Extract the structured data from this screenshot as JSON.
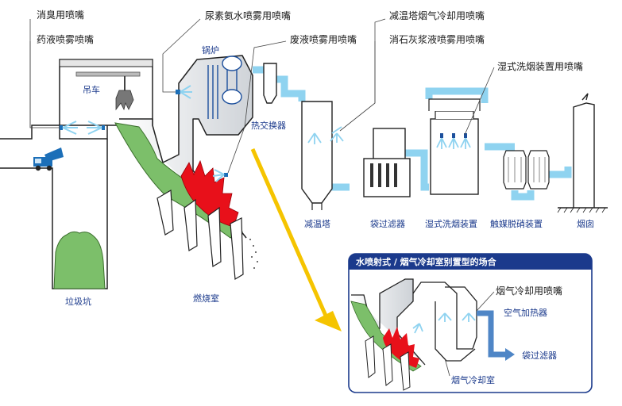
{
  "callouts": {
    "deodor_nozzle": "消臭用喷嘴",
    "chem_mist_nozzle": "药液喷雾喷嘴",
    "urea_nozzle": "尿素氨水喷雾用喷嘴",
    "waste_liquid_nozzle": "废液喷雾用喷嘴",
    "cooling_tower_nozzle": "减温塔烟气冷却用喷嘴",
    "slaked_lime_nozzle": "消石灰浆液喷雾用喷嘴",
    "wet_scrubber_nozzle": "湿式洗烟装置用喷嘴"
  },
  "components": {
    "crane": "吊车",
    "boiler": "锅炉",
    "heat_exchanger": "热交换器",
    "pit": "垃圾坑",
    "furnace": "燃烧室",
    "cooling_tower": "减温塔",
    "bag_filter": "袋过滤器",
    "wet_scrubber": "湿式洗烟装置",
    "denitration": "触媒脱硝装置",
    "chimney": "烟囱"
  },
  "inset": {
    "title": "水喷射式 / 烟气冷却室别置型的场合",
    "cooling_nozzle": "烟气冷却用喷嘴",
    "air_heater": "空气加热器",
    "bag_filter": "袋过滤器",
    "cooling_chamber": "烟气冷却室"
  },
  "colors": {
    "duct": "#8fd3f0",
    "garbage": "#7cbf6a",
    "flame": "#e8101a",
    "inset_header": "#1b3a8c",
    "arrow": "#f5c400",
    "label_blue": "#1b3a8c",
    "flow_arrow": "#4f86c6"
  }
}
